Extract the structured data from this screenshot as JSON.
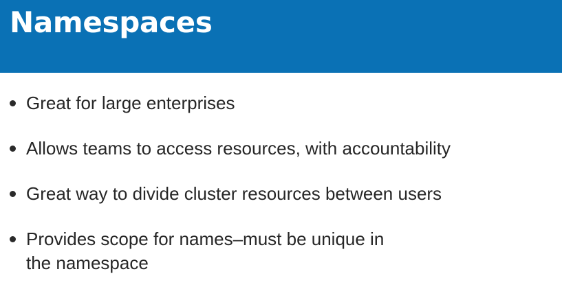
{
  "slide": {
    "title": "Namespaces",
    "bullets": [
      {
        "text": "Great for large enterprises"
      },
      {
        "text": "Allows teams to access resources, with accountability"
      },
      {
        "text": "Great way to divide cluster resources between users"
      },
      {
        "text": "Provides scope for names–must be unique in the namespace"
      }
    ]
  },
  "colors": {
    "header_background": "#0a71b5",
    "title_text": "#ffffff",
    "body_background": "#ffffff",
    "bullet_text": "#262626"
  }
}
